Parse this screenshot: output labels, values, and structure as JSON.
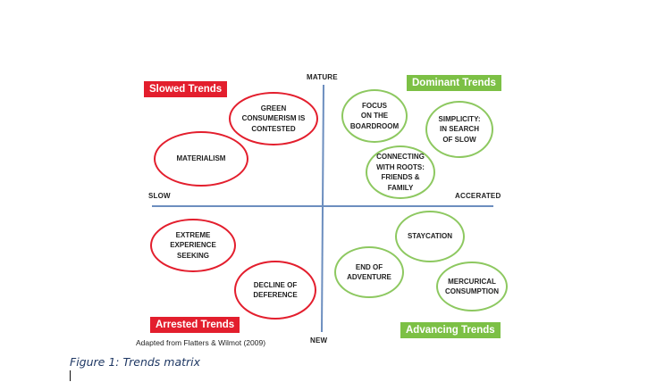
{
  "axes": {
    "top": "MATURE",
    "bottom": "NEW",
    "left": "SLOW",
    "right": "ACCERATED"
  },
  "quadrants": {
    "top_left": "Slowed Trends",
    "top_right": "Dominant Trends",
    "bottom_left": "Arrested Trends",
    "bottom_right": "Advancing Trends"
  },
  "bubbles": {
    "green_consumerism": "GREEN\nCONSUMERISM IS\nCONTESTED",
    "materialism": "MATERIALISM",
    "focus_boardroom": "FOCUS\nON THE\nBOARDROOM",
    "simplicity": "SIMPLICITY:\nIN SEARCH\nOF SLOW",
    "connecting_roots": "CONNECTING\nWITH ROOTS:\nFRIENDS &\nFAMILY",
    "extreme_experience": "EXTREME\nEXPERIENCE\nSEEKING",
    "decline_deference": "DECLINE OF\nDEFERENCE",
    "staycation": "STAYCATION",
    "end_adventure": "END OF\nADVENTURE",
    "mercurical": "MERCURICAL\nCONSUMPTION"
  },
  "colors": {
    "slowed_arrested": "#e31e2d",
    "dominant_advancing": "#7cc045",
    "axis": "#6c8ebf"
  },
  "credit": "Adapted from Flatters & Wilmot (2009)",
  "caption": "Figure 1: Trends matrix"
}
